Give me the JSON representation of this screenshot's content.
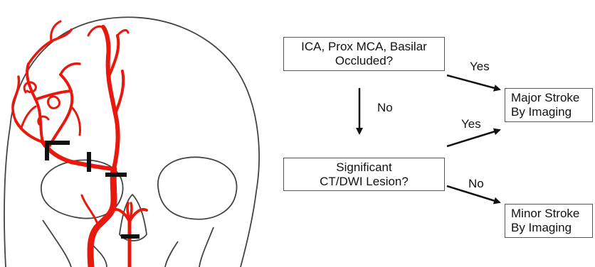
{
  "flowchart": {
    "q1": {
      "line1": "ICA, Prox MCA, Basilar",
      "line2": "Occluded?"
    },
    "q2": {
      "line1": "Significant",
      "line2": "CT/DWI Lesion?"
    },
    "major": {
      "line1": "Major Stroke",
      "line2": "By Imaging"
    },
    "minor": {
      "line1": "Minor Stroke",
      "line2": "By Imaging"
    },
    "yes1": "Yes",
    "no1": "No",
    "yes2": "Yes",
    "no2": "No"
  },
  "colors": {
    "vessel": "#e8180c",
    "skull_outline": "#444444",
    "occlusion": "#111111"
  },
  "illustration": {
    "subject": "skull-with-cerebral-arteries-and-occlusion-markers"
  }
}
